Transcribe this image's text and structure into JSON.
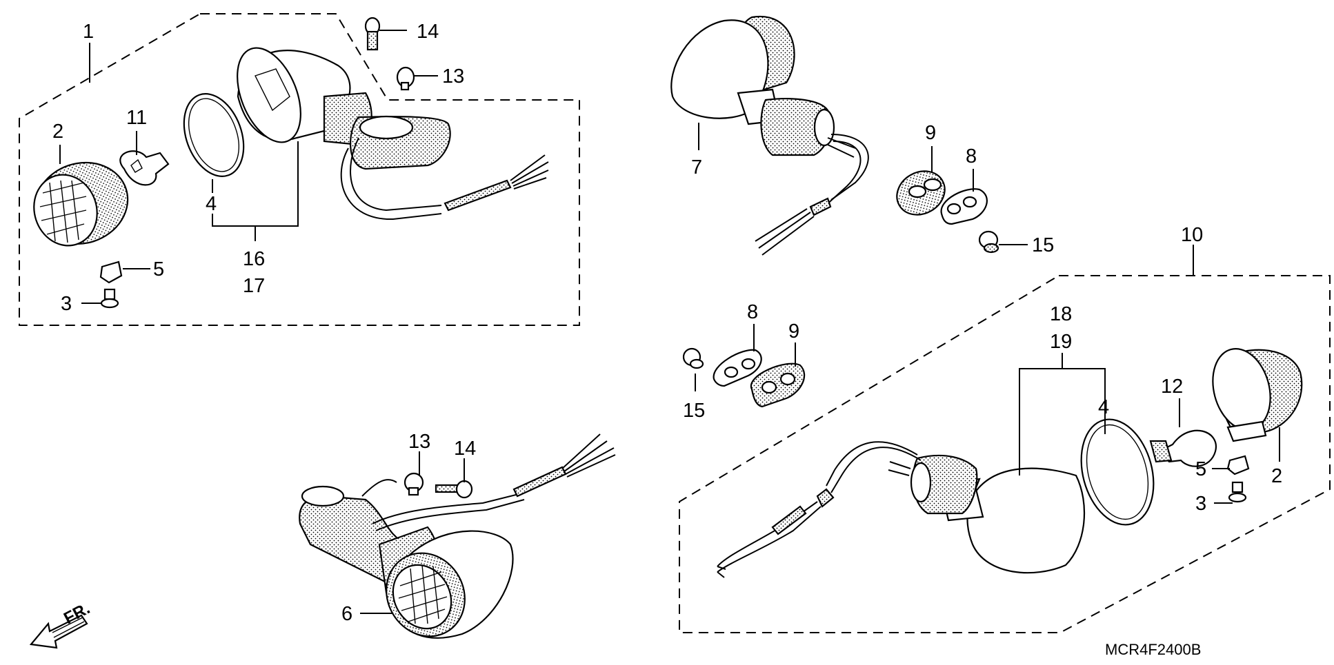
{
  "diagram_code": "MCR4F2400B",
  "front_indicator": "FR.",
  "callouts": {
    "c1": "1",
    "c2a": "2",
    "c3a": "3",
    "c4a": "4",
    "c5a": "5",
    "c11": "11",
    "c14a": "14",
    "c13a": "13",
    "c16": "16",
    "c17": "17",
    "c7": "7",
    "c9a": "9",
    "c8a": "8",
    "c15a": "15",
    "c10": "10",
    "c8b": "8",
    "c9b": "9",
    "c15b": "15",
    "c18": "18",
    "c19": "19",
    "c4b": "4",
    "c12": "12",
    "c2b": "2",
    "c5b": "5",
    "c3b": "3",
    "c13b": "13",
    "c14b": "14",
    "c6": "6"
  }
}
